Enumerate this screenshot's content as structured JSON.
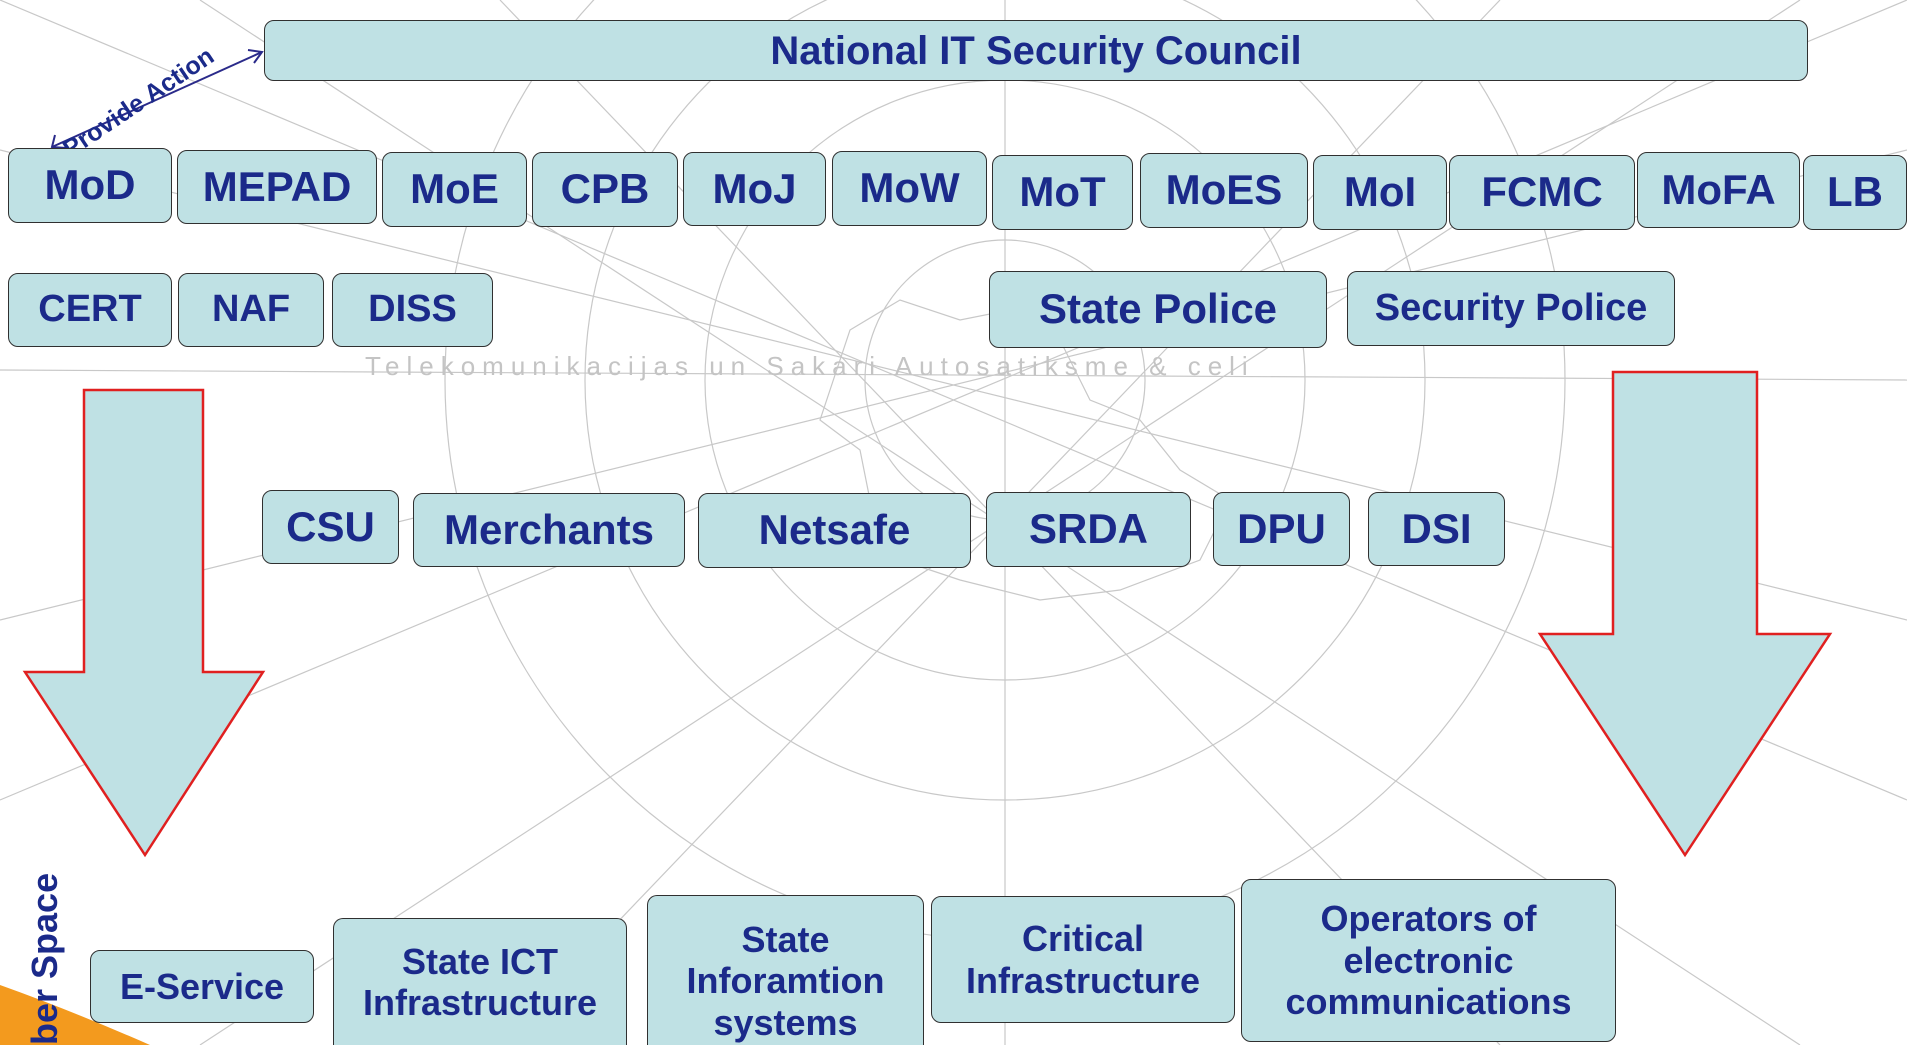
{
  "council": "National IT Security Council",
  "provide_action": "Provide Action",
  "ministries": [
    "MoD",
    "MEPAD",
    "MoE",
    "CPB",
    "MoJ",
    "MoW",
    "MoT",
    "MoES",
    "MoI",
    "FCMC",
    "MoFA",
    "LB"
  ],
  "row2_left": [
    "CERT",
    "NAF",
    "DISS"
  ],
  "state_police": "State Police",
  "security_police": "Security Police",
  "background_text": "Telekomunikacijas un Sakari  Autosatiksme & celi",
  "row3": [
    "CSU",
    "Merchants",
    "Netsafe",
    "SRDA",
    "DPU",
    "DSI"
  ],
  "bottom": {
    "eservice": "E-Service",
    "state_ict": "State ICT Infrastructure",
    "state_info": "State Inforamtion systems",
    "critical": "Critical Infrastructure",
    "operators": "Operators of electronic communications"
  },
  "side_label": "ber Space",
  "colors": {
    "box_fill": "#bfe1e4",
    "text": "#1b2a8a",
    "arrow_outline": "#e02020",
    "accent_corner": "#f39a1e"
  }
}
